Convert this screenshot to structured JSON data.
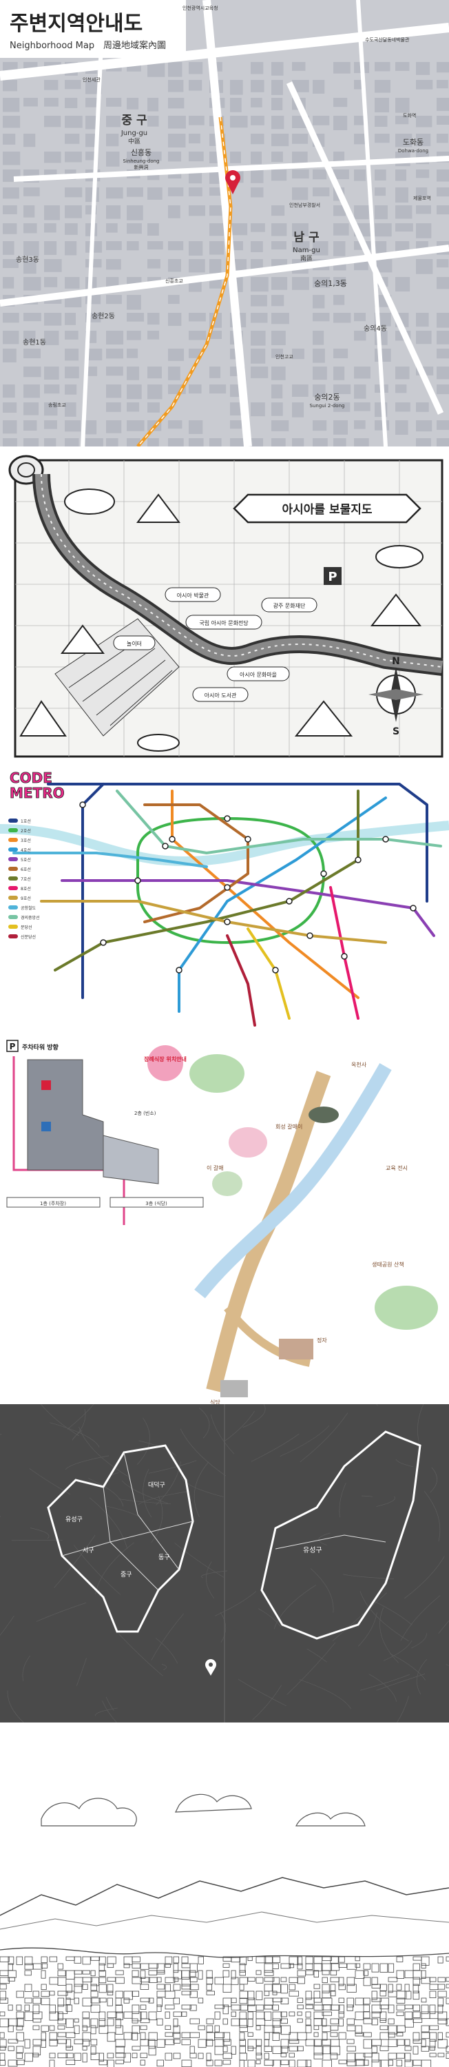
{
  "panel1": {
    "title": "주변지역안내도",
    "subtitle_en": "Neighborhood Map",
    "subtitle_cn": "周邊地域案內圖",
    "districts": [
      {
        "ko": "중 구",
        "en": "Jung-gu",
        "cn": "中區"
      },
      {
        "ko": "남 구",
        "en": "Nam-gu",
        "cn": "南區"
      }
    ],
    "dongs": [
      {
        "ko": "신흥동",
        "en": "Sinheung-dong",
        "cn": "新興洞"
      },
      {
        "ko": "도화동",
        "en": "Dohwa-dong",
        "cn": ""
      },
      {
        "ko": "숭의1,3동",
        "en": "",
        "cn": ""
      },
      {
        "ko": "숭의2동",
        "en": "Sungui 2-dong",
        "cn": ""
      },
      {
        "ko": "숭의4동",
        "en": "",
        "cn": ""
      },
      {
        "ko": "송현2동",
        "en": "",
        "cn": ""
      },
      {
        "ko": "송현1동",
        "en": "",
        "cn": ""
      },
      {
        "ko": "송현3동",
        "en": "",
        "cn": ""
      }
    ],
    "poi_labels": [
      "인천광역시교육청",
      "인천세관",
      "수도국산달동네박물관",
      "도화역",
      "제물포역",
      "신흥초교",
      "인천남부경찰서",
      "송림초교",
      "인천고교"
    ],
    "colors": {
      "rail": "#f29b1f",
      "marker": "#d6203a",
      "road": "#ffffff",
      "block": "#b6b9c2"
    }
  },
  "panel2": {
    "banner": "아시아를 보물지도",
    "parking": "P",
    "compass": {
      "north": "N",
      "south": "S"
    },
    "labels": [
      "아시아 박물관",
      "놀이터",
      "국립 아시아 문화전당",
      "광주 문화재단",
      "아시아 문화마을",
      "아시아 도서관"
    ]
  },
  "panel3": {
    "logo_line1": "CODE",
    "logo_line2": "METRO",
    "legend": [
      "1호선",
      "2호선",
      "3호선",
      "4호선",
      "5호선",
      "6호선",
      "7호선",
      "8호선",
      "9호선",
      "공항철도",
      "경의중앙선",
      "분당선",
      "신분당선"
    ],
    "line_colors": [
      "#1f3d8a",
      "#3cb44a",
      "#f08a24",
      "#2e9bd6",
      "#8a3fb3",
      "#b46a2b",
      "#6b7a2a",
      "#e6186c",
      "#c7a03b",
      "#4fb3d9",
      "#77c4a3",
      "#e3c020",
      "#b01f3a"
    ]
  },
  "panel4": {
    "parking_icon": "P",
    "parking_title": "주차타워 방향",
    "bubble": "장례식장 위치안내",
    "floor_labels": [
      "1층 (주차장)",
      "3층 (식당)"
    ],
    "side_label": "2층 (빈소)",
    "illustrated_labels": [
      "옥천사",
      "회성 갈매이",
      "이 갈매",
      "교육 전시",
      "생태공원 산책",
      "정자",
      "식당"
    ]
  },
  "panel5": {
    "left_districts": [
      "유성구",
      "대덕구",
      "서구",
      "중구",
      "동구"
    ],
    "right_districts": [
      "유성구"
    ],
    "pin": "location-pin"
  },
  "panel6": {}
}
